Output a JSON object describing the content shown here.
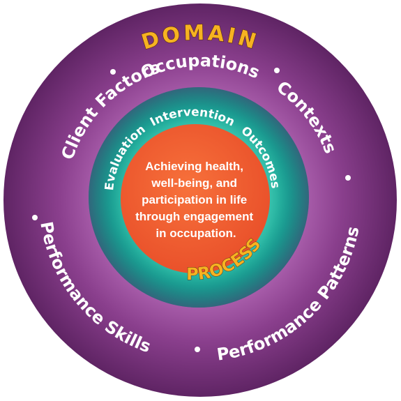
{
  "domain_ring": {
    "title": "DOMAIN",
    "items": {
      "occupations": "Occupations",
      "contexts": "Contexts",
      "performance_patterns": "Performance Patterns",
      "performance_skills": "Performance Skills",
      "client_factors": "Client Factors"
    }
  },
  "process_ring": {
    "title": "PROCESS",
    "items": {
      "intervention": "Intervention",
      "outcomes": "Outcomes",
      "evaluation": "Evaluation"
    }
  },
  "center": {
    "lines": [
      "Achieving health,",
      "well-being, and",
      "participation in life",
      "through engagement",
      "in occupation."
    ]
  },
  "colors": {
    "outer_ring": "#6a2a6e",
    "outer_ring_glow": "#c070c4",
    "inner_ring": "#0e8f85",
    "inner_ring_light": "#52d2bc",
    "center": "#ef5a2a",
    "title_gold": "#f6b321"
  }
}
